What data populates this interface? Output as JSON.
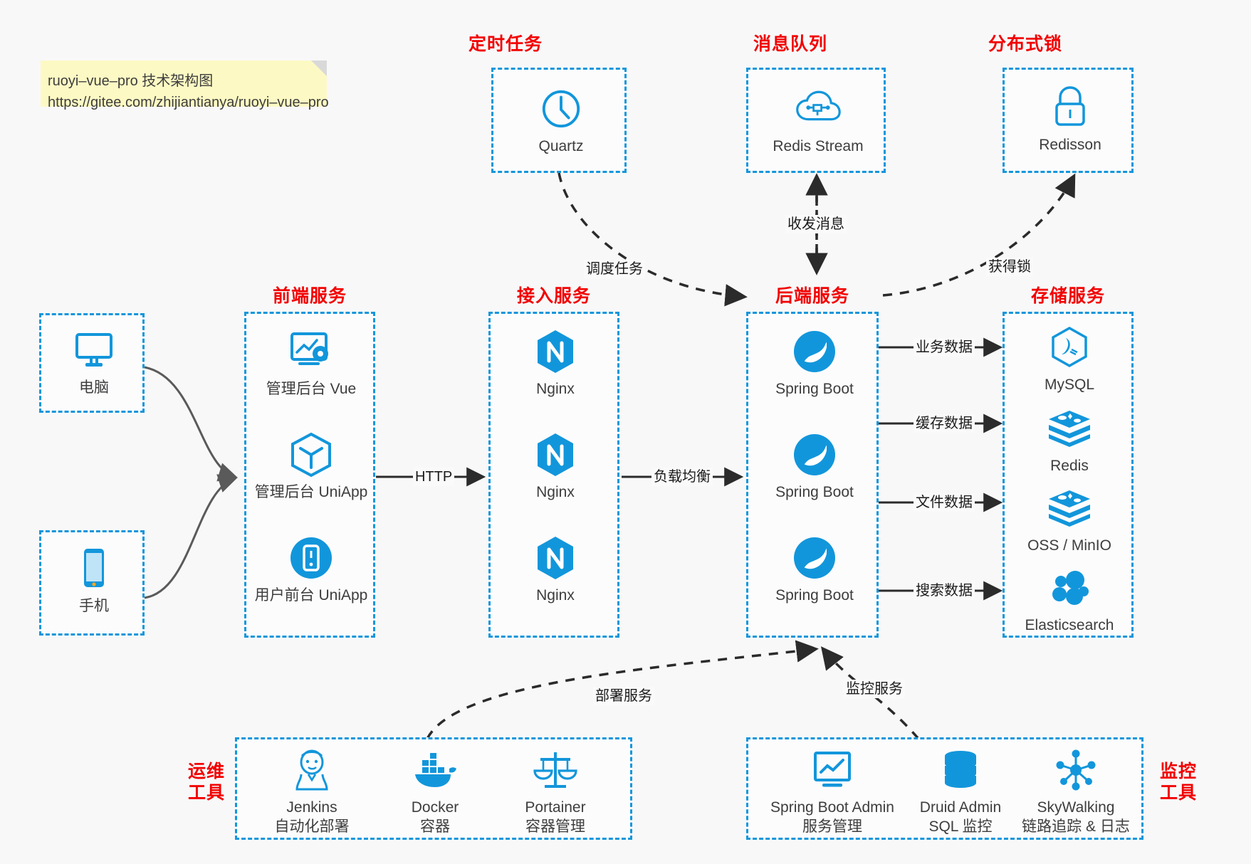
{
  "diagram": {
    "title": "ruoyi-vue-pro 技术架构图",
    "background": "#f8f8f9",
    "accent_blue": "#1296db",
    "accent_red": "#f20000"
  },
  "note": {
    "line1": "ruoyi–vue–pro 技术架构图",
    "line2": "https://gitee.com/zhijiantianya/ruoyi–vue–pro"
  },
  "groups": {
    "scheduled_task": {
      "title": "定时任务",
      "nodes": [
        {
          "label": "Quartz",
          "icon": "clock-icon"
        }
      ]
    },
    "message_queue": {
      "title": "消息队列",
      "nodes": [
        {
          "label": "Redis Stream",
          "icon": "cloud-stream-icon"
        }
      ]
    },
    "distributed_lock": {
      "title": "分布式锁",
      "nodes": [
        {
          "label": "Redisson",
          "icon": "lock-icon"
        }
      ]
    },
    "client_pc": {
      "nodes": [
        {
          "label": "电脑",
          "icon": "desktop-icon"
        }
      ]
    },
    "client_mobile": {
      "nodes": [
        {
          "label": "手机",
          "icon": "phone-icon"
        }
      ]
    },
    "frontend": {
      "title": "前端服务",
      "nodes": [
        {
          "label": "管理后台 Vue",
          "icon": "dashboard-icon"
        },
        {
          "label": "管理后台 UniApp",
          "icon": "cube-icon"
        },
        {
          "label": "用户前台 UniApp",
          "icon": "app-circle-icon"
        }
      ]
    },
    "gateway": {
      "title": "接入服务",
      "nodes": [
        {
          "label": "Nginx",
          "icon": "nginx-icon"
        },
        {
          "label": "Nginx",
          "icon": "nginx-icon"
        },
        {
          "label": "Nginx",
          "icon": "nginx-icon"
        }
      ]
    },
    "backend": {
      "title": "后端服务",
      "nodes": [
        {
          "label": "Spring Boot",
          "icon": "spring-icon"
        },
        {
          "label": "Spring Boot",
          "icon": "spring-icon"
        },
        {
          "label": "Spring Boot",
          "icon": "spring-icon"
        }
      ]
    },
    "storage": {
      "title": "存储服务",
      "nodes": [
        {
          "label": "MySQL",
          "icon": "mysql-icon"
        },
        {
          "label": "Redis",
          "icon": "redis-icon"
        },
        {
          "label": "OSS / MinIO",
          "icon": "redis-icon"
        },
        {
          "label": "Elasticsearch",
          "icon": "elasticsearch-icon"
        }
      ]
    },
    "devops": {
      "title_line1": "运维",
      "title_line2": "工具",
      "nodes": [
        {
          "label": "Jenkins",
          "sub": "自动化部署",
          "icon": "jenkins-icon"
        },
        {
          "label": "Docker",
          "sub": "容器",
          "icon": "docker-icon"
        },
        {
          "label": "Portainer",
          "sub": "容器管理",
          "icon": "scales-icon"
        }
      ]
    },
    "monitoring": {
      "title_line1": "监控",
      "title_line2": "工具",
      "nodes": [
        {
          "label": "Spring Boot Admin",
          "sub": "服务管理",
          "icon": "monitor-chart-icon"
        },
        {
          "label": "Druid Admin",
          "sub": "SQL 监控",
          "icon": "database-icon"
        },
        {
          "label": "SkyWalking",
          "sub": "链路追踪 & 日志",
          "icon": "skywalking-icon"
        }
      ]
    }
  },
  "edges": [
    {
      "id": "http",
      "label": "HTTP"
    },
    {
      "id": "load-balance",
      "label": "负载均衡"
    },
    {
      "id": "schedule-task",
      "label": "调度任务"
    },
    {
      "id": "send-receive-message",
      "label": "收发消息"
    },
    {
      "id": "acquire-lock",
      "label": "获得锁"
    },
    {
      "id": "business-data",
      "label": "业务数据"
    },
    {
      "id": "cache-data",
      "label": "缓存数据"
    },
    {
      "id": "file-data",
      "label": "文件数据"
    },
    {
      "id": "search-data",
      "label": "搜索数据"
    },
    {
      "id": "deploy-service",
      "label": "部署服务"
    },
    {
      "id": "monitor-service",
      "label": "监控服务"
    }
  ]
}
